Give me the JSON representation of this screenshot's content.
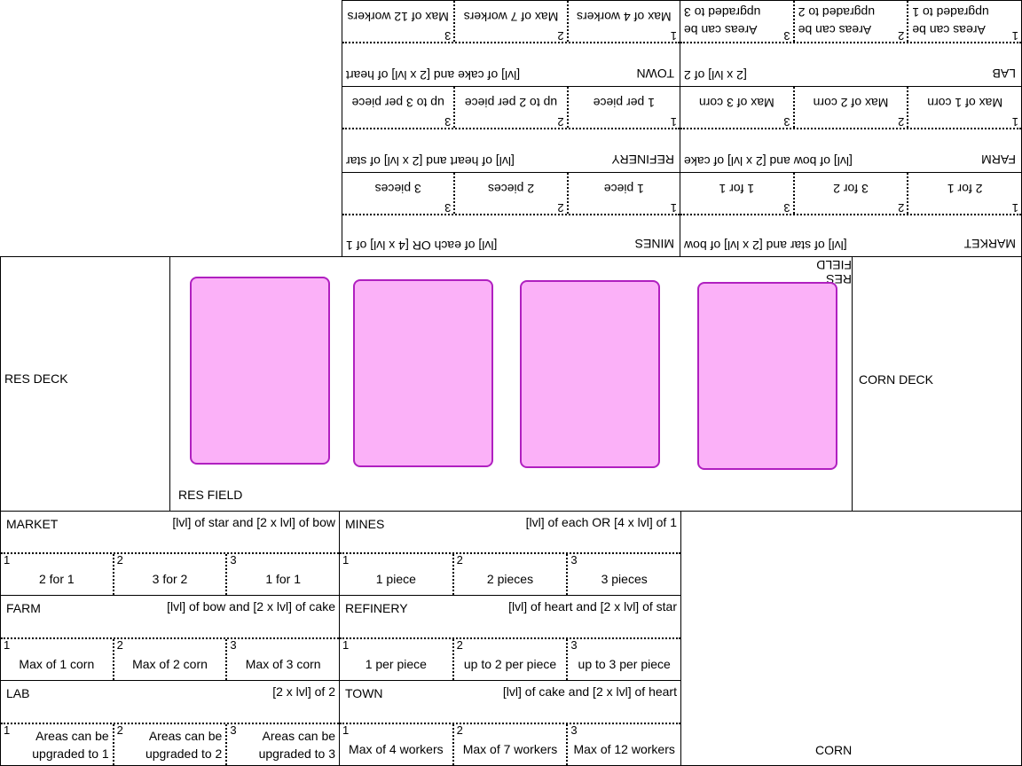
{
  "zones": {
    "res_deck": "RES DECK",
    "res_field": "RES FIELD",
    "corn_deck": "CORN DECK",
    "corn": "CORN"
  },
  "buildings": {
    "market": {
      "name": "MARKET",
      "cost": "[lvl] of star and [2 x lvl] of bow",
      "levels": [
        {
          "num": "1",
          "text": "2 for 1"
        },
        {
          "num": "2",
          "text": "3 for 2"
        },
        {
          "num": "3",
          "text": "1 for 1"
        }
      ]
    },
    "mines": {
      "name": "MINES",
      "cost": "[lvl] of each OR [4 x lvl] of 1",
      "levels": [
        {
          "num": "1",
          "text": "1 piece"
        },
        {
          "num": "2",
          "text": "2 pieces"
        },
        {
          "num": "3",
          "text": "3 pieces"
        }
      ]
    },
    "farm": {
      "name": "FARM",
      "cost": "[lvl] of bow and [2 x lvl] of cake",
      "levels": [
        {
          "num": "1",
          "text": "Max of 1 corn"
        },
        {
          "num": "2",
          "text": "Max of 2 corn"
        },
        {
          "num": "3",
          "text": "Max of 3 corn"
        }
      ]
    },
    "refinery": {
      "name": "REFINERY",
      "cost": "[lvl] of heart and [2 x lvl] of star",
      "levels": [
        {
          "num": "1",
          "text": "1 per piece"
        },
        {
          "num": "2",
          "text": "up to 2 per piece"
        },
        {
          "num": "3",
          "text": "up to 3 per piece"
        }
      ]
    },
    "lab": {
      "name": "LAB",
      "cost": "[2 x lvl] of 2",
      "levels": [
        {
          "num": "1",
          "line1": "Areas can be",
          "line2": "upgraded to 1"
        },
        {
          "num": "2",
          "line1": "Areas can be",
          "line2": "upgraded to 2"
        },
        {
          "num": "3",
          "line1": "Areas can be",
          "line2": "upgraded to 3"
        }
      ]
    },
    "town": {
      "name": "TOWN",
      "cost": "[lvl] of cake and [2 x lvl] of heart",
      "levels": [
        {
          "num": "1",
          "text": "Max of 4 workers"
        },
        {
          "num": "2",
          "text": "Max of 7 workers"
        },
        {
          "num": "3",
          "text": "Max of 12 workers"
        }
      ]
    }
  },
  "colors": {
    "card_fill": "#fbb1f8",
    "card_border": "#b020c0"
  }
}
